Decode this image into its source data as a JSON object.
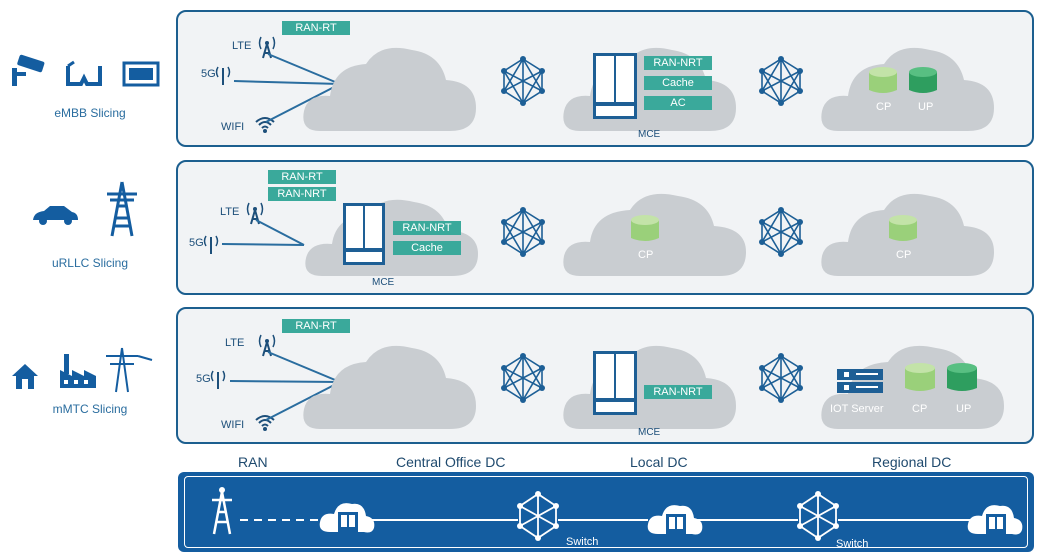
{
  "slices": [
    {
      "label": "eMBB Slicing",
      "radios": [
        "LTE",
        "5G",
        "WIFI"
      ],
      "ran_tags": [
        "RAN-RT"
      ],
      "mce_tags": [
        "RAN-NRT",
        "Cache",
        "AC"
      ],
      "mce_label": "MCE",
      "regional": [
        "CP",
        "UP"
      ]
    },
    {
      "label": "uRLLC Slicing",
      "radios": [
        "LTE",
        "5G"
      ],
      "ran_tags": [
        "RAN-RT",
        "RAN-NRT"
      ],
      "mce_tags": [
        "RAN-NRT",
        "Cache"
      ],
      "mce_label": "MCE",
      "local": [
        "CP"
      ],
      "regional": [
        "CP"
      ]
    },
    {
      "label": "mMTC Slicing",
      "radios": [
        "LTE",
        "5G",
        "WIFI"
      ],
      "ran_tags": [
        "RAN-RT"
      ],
      "mce_tags": [
        "RAN-NRT"
      ],
      "mce_label": "MCE",
      "regional": [
        "IOT Server",
        "CP",
        "UP"
      ]
    }
  ],
  "columns": [
    "RAN",
    "Central Office DC",
    "Local DC",
    "Regional DC"
  ],
  "bus": {
    "switch_labels": [
      "Switch",
      "Switch"
    ]
  },
  "colors": {
    "panel_border": "#1c5f8f",
    "tag": "#3aa99b",
    "cloud": "#c9cdd1",
    "cylinder": "#9ad07a",
    "cylinder_dark": "#2e9e5f",
    "bus": "#145da0"
  }
}
